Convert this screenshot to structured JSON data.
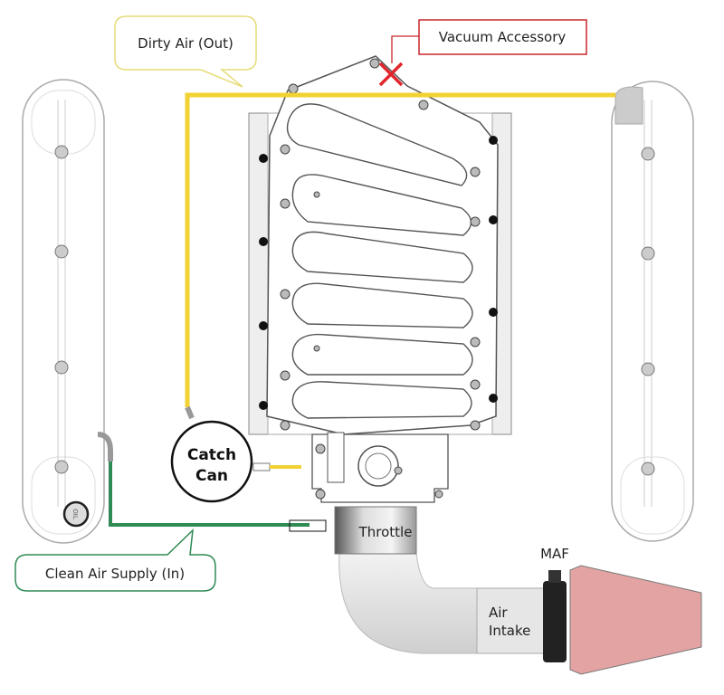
{
  "labels": {
    "dirty_air": "Dirty Air (Out)",
    "vacuum_accessory": "Vacuum Accessory",
    "catch_can_line1": "Catch",
    "catch_can_line2": "Can",
    "clean_air": "Clean Air Supply (In)",
    "throttle": "Throttle",
    "maf": "MAF",
    "air_intake_line1": "Air",
    "air_intake_line2": "Intake",
    "oil_cap": "OIL"
  },
  "colors": {
    "dirty_air_hose": "#f2d232",
    "clean_air_hose": "#2f8a55",
    "vacuum_box": "#c8262c",
    "dirty_callout": "#e6dc78",
    "air_filter": "#e3a3a3"
  }
}
